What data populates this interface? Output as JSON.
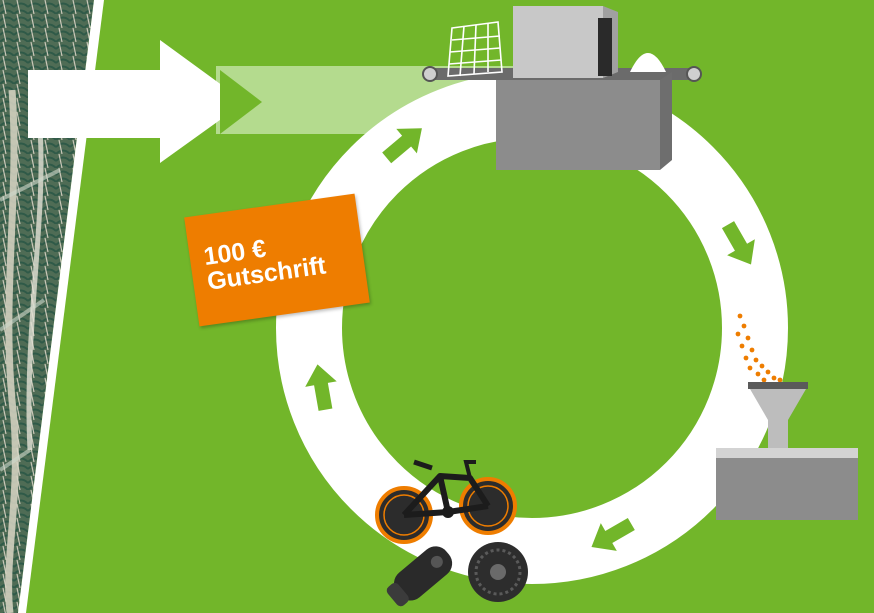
{
  "badge": {
    "amount": "100 €",
    "label": "Gutschrift"
  },
  "colors": {
    "background": "#72b62a",
    "ring": "#ffffff",
    "arrow_fill": "#72b62a",
    "badge": "#ee7d00",
    "machine": "#8c8c8c",
    "pellets": "#ee7d00"
  },
  "icons": [
    "fishing-net-photo",
    "input-arrow",
    "shredder-machine",
    "pellet-hopper",
    "bicycle",
    "bike-motor-parts",
    "cycle-arrow"
  ]
}
